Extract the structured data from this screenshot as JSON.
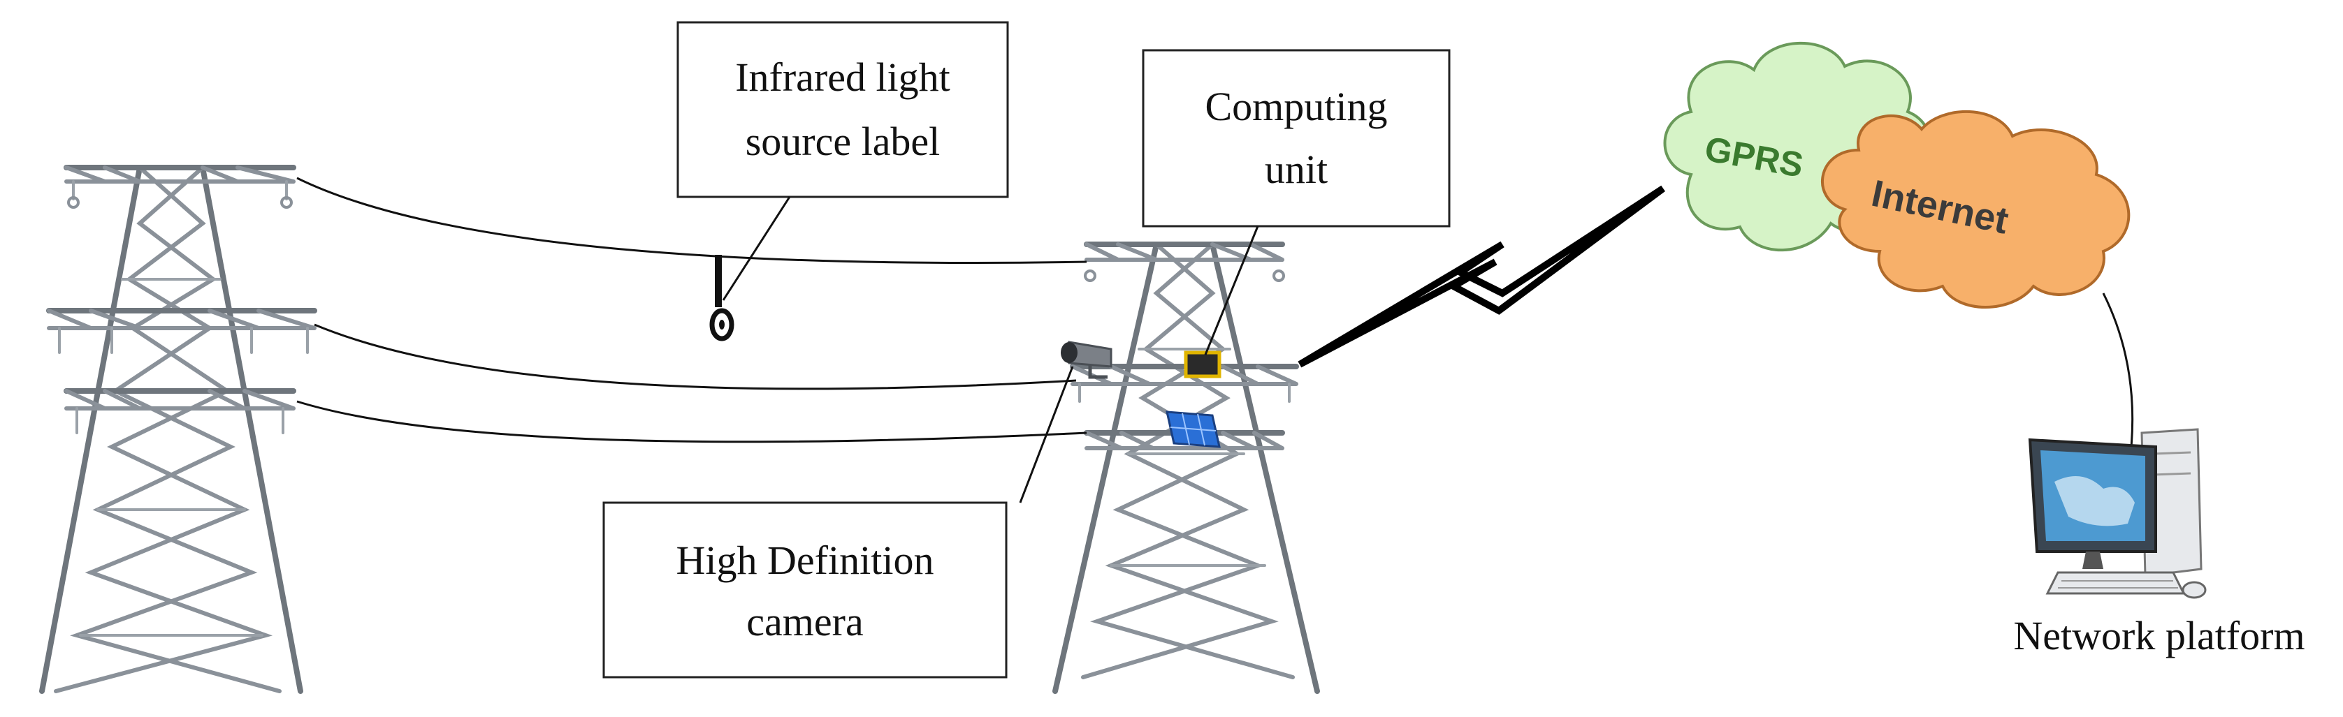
{
  "labels": {
    "infrared_line1": "Infrared light",
    "infrared_line2": "source label",
    "computing_line1": "Computing",
    "computing_line2": "unit",
    "camera_line1": "High Definition",
    "camera_line2": "camera",
    "gprs": "GPRS",
    "internet": "Internet",
    "network_platform": "Network platform"
  },
  "icons": {
    "left_tower": "transmission-tower-icon",
    "right_tower": "transmission-tower-icon",
    "infrared_tag": "infrared-tag-icon",
    "camera": "camera-icon",
    "computing_unit": "computing-unit-icon",
    "solar_panel": "solar-panel-icon",
    "wireless_link": "lightning-bolt-icon",
    "gprs_cloud": "cloud-icon",
    "internet_cloud": "cloud-icon",
    "computer": "desktop-computer-icon"
  },
  "colors": {
    "gprs_cloud_fill": "#d6f3c7",
    "gprs_text": "#3a7a2e",
    "internet_cloud_fill": "#f7b06a",
    "internet_text": "#3b3b3b",
    "computing_unit_border": "#e0b400",
    "solar_panel": "#2a6fd6",
    "tower_steel": "#8a9199"
  }
}
